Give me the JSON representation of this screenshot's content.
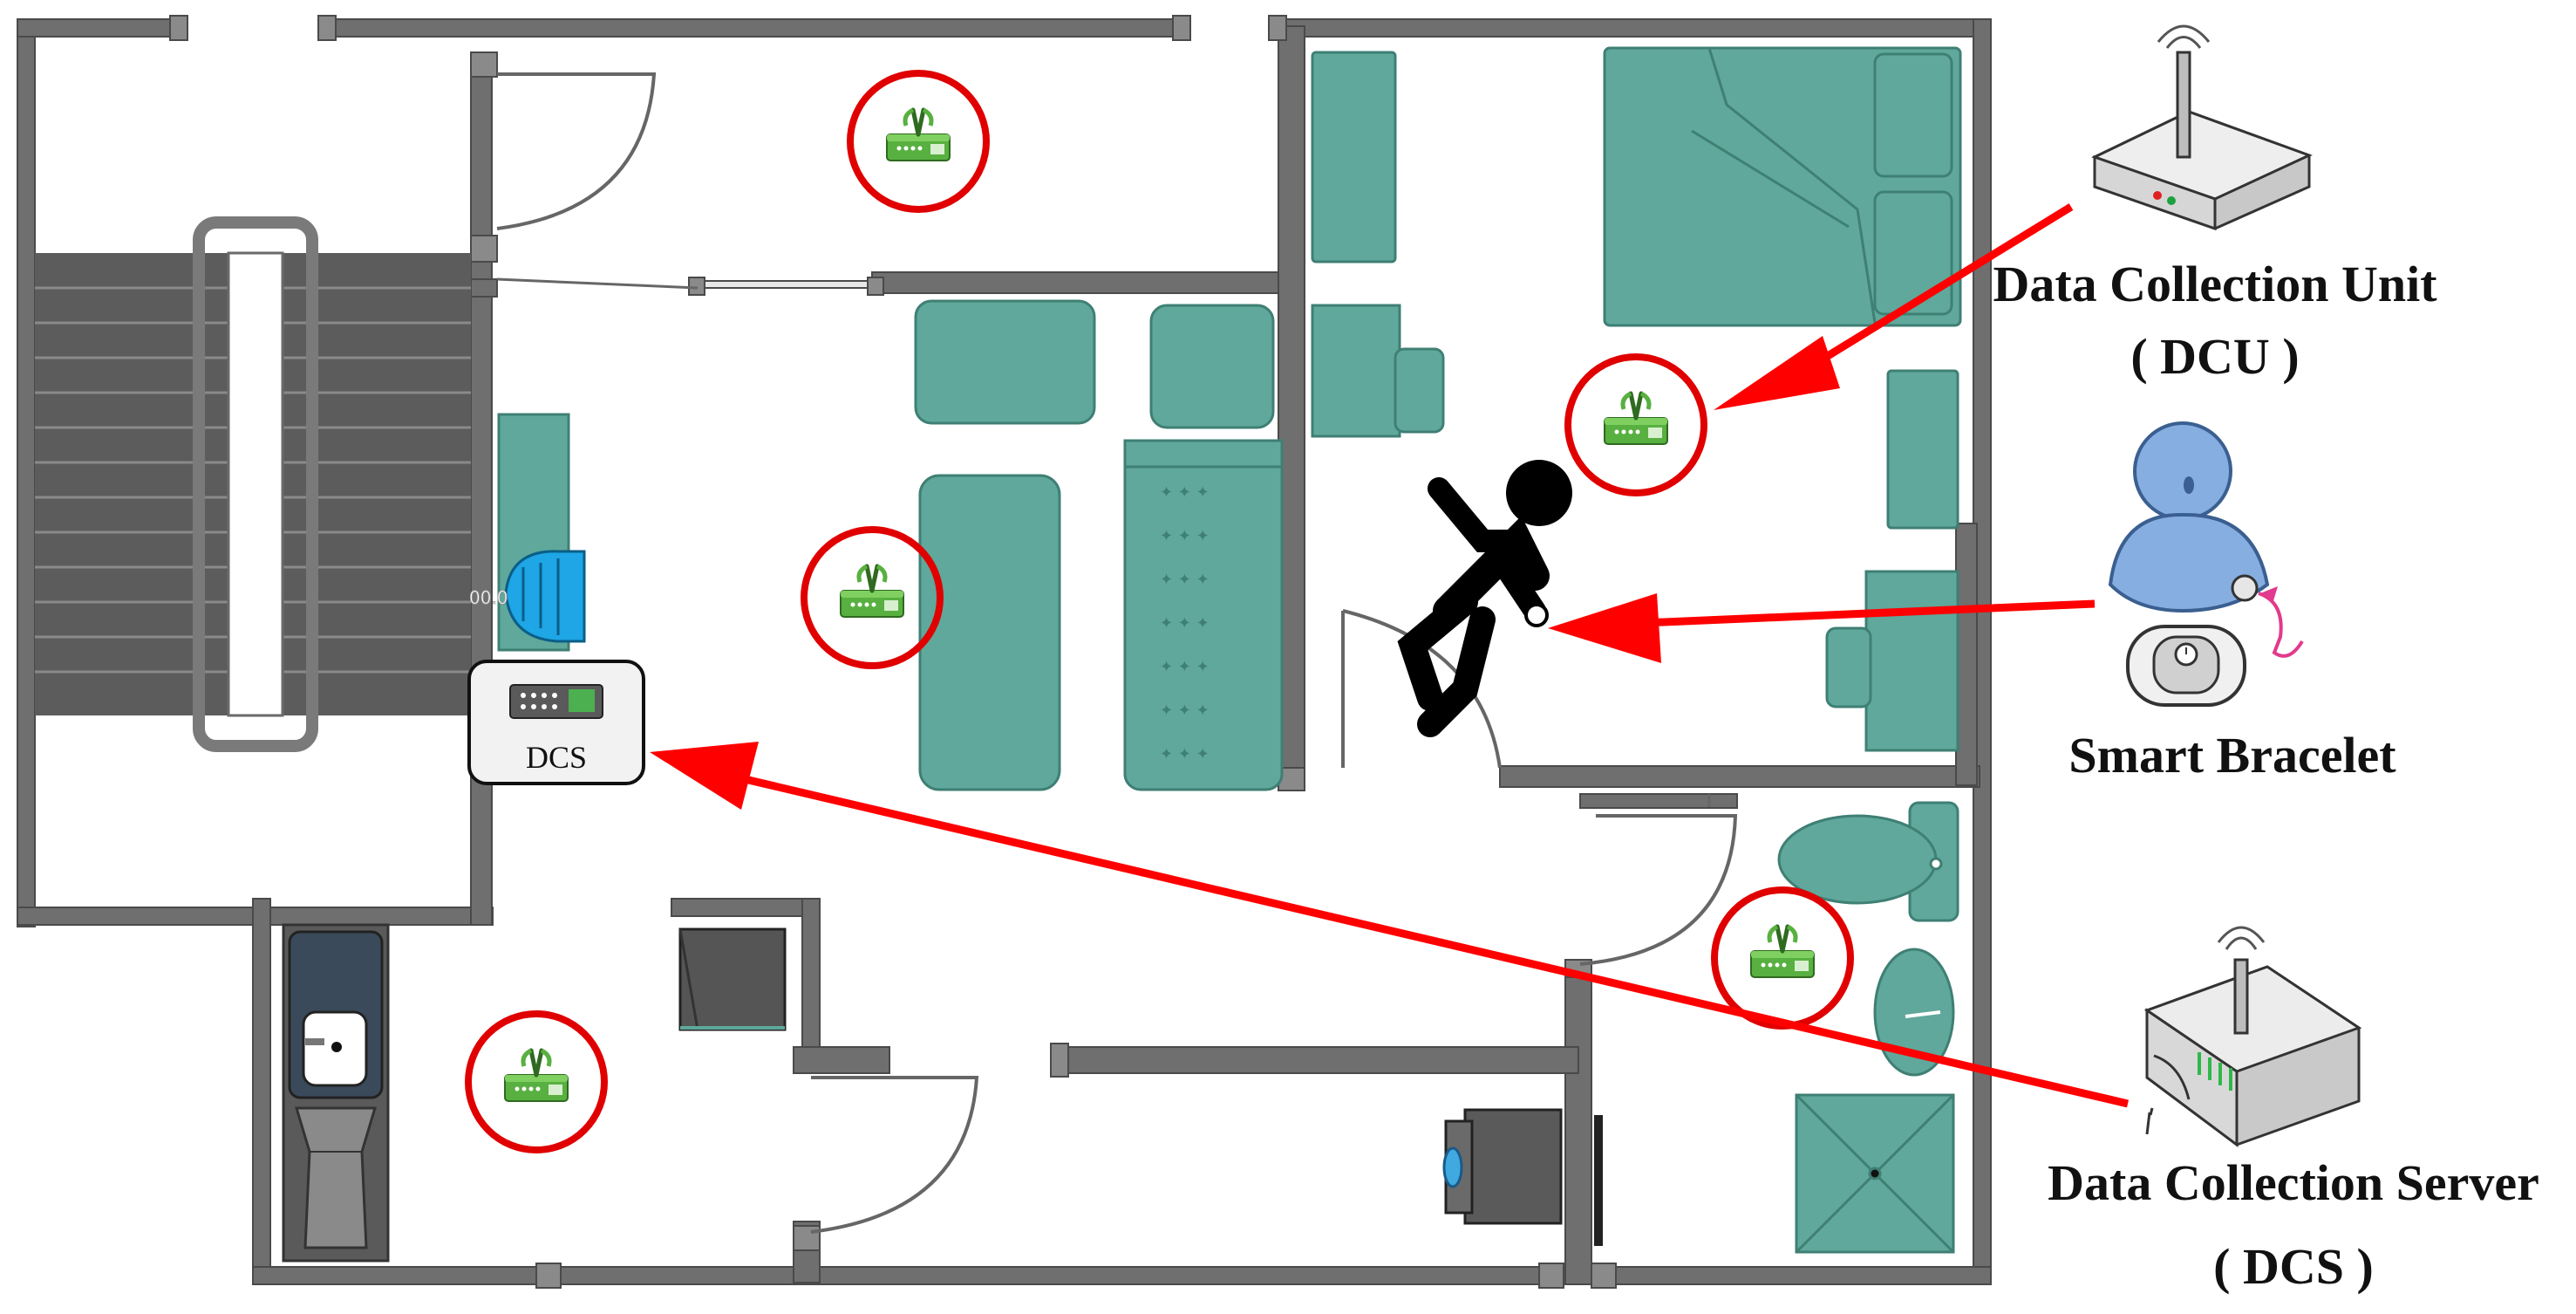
{
  "colors": {
    "wall": "#6f6f6f",
    "wall_edge": "#4a4a4a",
    "furniture": "#5fa89b",
    "furniture_edge": "#3f7f74",
    "arrow": "#ff0000",
    "marker_ring": "#e00000",
    "router_green": "#58b040",
    "person": "#000000",
    "bracelet_user": "#86aee0"
  },
  "legend": {
    "dcu_title": "Data Collection Unit",
    "dcu_abbr": "( DCU )",
    "bracelet_title": "Smart Bracelet",
    "dcs_title": "Data Collection Server",
    "dcs_abbr": "( DCS )"
  },
  "floorplan": {
    "dcs_box_label": "DCS",
    "washer_readout": "00.0"
  },
  "icons": {
    "dcu_marker": "router-icon",
    "dcu_device": "access-point-icon",
    "dcs_device": "server-router-icon",
    "bracelet": "smart-bracelet-icon",
    "fall": "falling-person-icon"
  }
}
